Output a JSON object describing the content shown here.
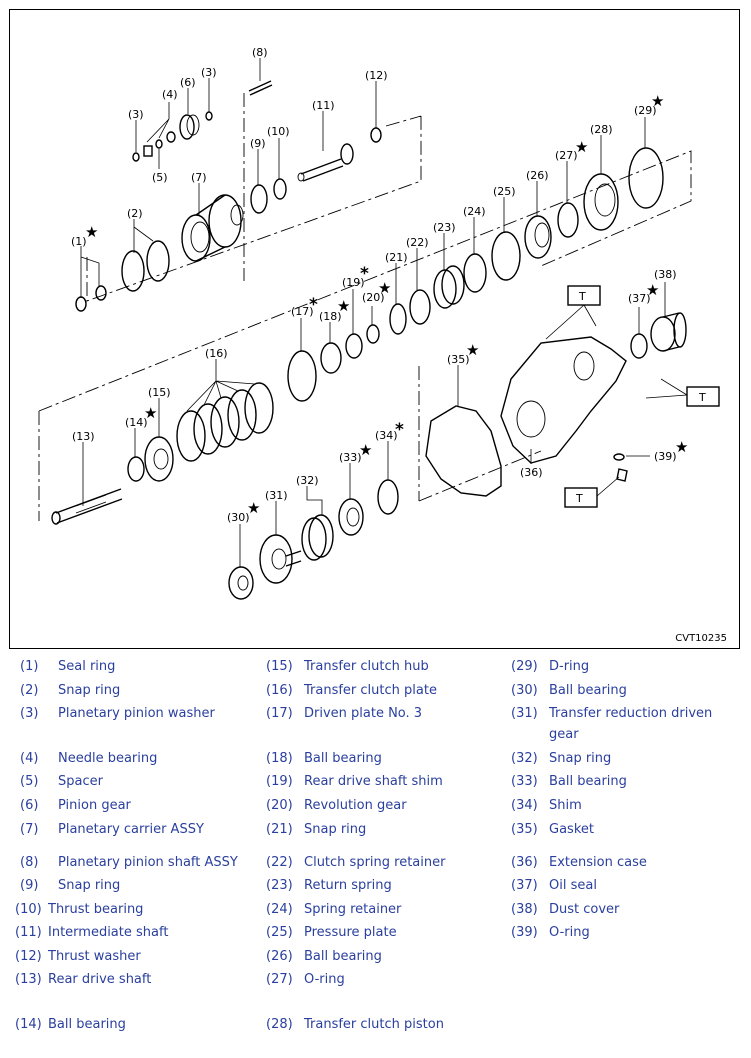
{
  "figure_code": "CVT10235",
  "marks": {
    "star": "★",
    "asterisk": "*",
    "tighten": "T"
  },
  "callouts": [
    "(1)",
    "(2)",
    "(3)",
    "(3)",
    "(4)",
    "(5)",
    "(6)",
    "(7)",
    "(8)",
    "(9)",
    "(10)",
    "(11)",
    "(12)",
    "(13)",
    "(14)",
    "(15)",
    "(16)",
    "(17)",
    "(18)",
    "(19)",
    "(20)",
    "(21)",
    "(22)",
    "(23)",
    "(24)",
    "(25)",
    "(26)",
    "(27)",
    "(28)",
    "(29)",
    "(30)",
    "(31)",
    "(32)",
    "(33)",
    "(34)",
    "(35)",
    "(36)",
    "(37)",
    "(38)",
    "(39)"
  ],
  "legend": [
    {
      "num": "(1)",
      "name": "Seal ring"
    },
    {
      "num": "(2)",
      "name": "Snap ring"
    },
    {
      "num": "(3)",
      "name": "Planetary pinion washer"
    },
    {
      "num": "(4)",
      "name": "Needle bearing"
    },
    {
      "num": "(5)",
      "name": "Spacer"
    },
    {
      "num": "(6)",
      "name": "Pinion gear"
    },
    {
      "num": "(7)",
      "name": "Planetary carrier ASSY"
    },
    {
      "num": "(8)",
      "name": "Planetary pinion shaft ASSY"
    },
    {
      "num": "(9)",
      "name": "Snap ring"
    },
    {
      "num": "(10)",
      "name": "Thrust bearing"
    },
    {
      "num": "(11)",
      "name": "Intermediate shaft"
    },
    {
      "num": "(12)",
      "name": "Thrust washer"
    },
    {
      "num": "(13)",
      "name": "Rear drive shaft"
    },
    {
      "num": "(14)",
      "name": "Ball bearing"
    },
    {
      "num": "(15)",
      "name": "Transfer clutch hub"
    },
    {
      "num": "(16)",
      "name": "Transfer clutch plate"
    },
    {
      "num": "(17)",
      "name": "Driven plate No. 3"
    },
    {
      "num": "(18)",
      "name": "Ball bearing"
    },
    {
      "num": "(19)",
      "name": "Rear drive shaft shim"
    },
    {
      "num": "(20)",
      "name": "Revolution gear"
    },
    {
      "num": "(21)",
      "name": "Snap ring"
    },
    {
      "num": "(22)",
      "name": "Clutch spring retainer"
    },
    {
      "num": "(23)",
      "name": "Return spring"
    },
    {
      "num": "(24)",
      "name": "Spring retainer"
    },
    {
      "num": "(25)",
      "name": "Pressure plate"
    },
    {
      "num": "(26)",
      "name": "Ball bearing"
    },
    {
      "num": "(27)",
      "name": "O-ring"
    },
    {
      "num": "(28)",
      "name": "Transfer clutch piston"
    },
    {
      "num": "(29)",
      "name": "D-ring"
    },
    {
      "num": "(30)",
      "name": "Ball bearing"
    },
    {
      "num": "(31)",
      "name": "Transfer reduction driven gear"
    },
    {
      "num": "(32)",
      "name": "Snap ring"
    },
    {
      "num": "(33)",
      "name": "Ball bearing"
    },
    {
      "num": "(34)",
      "name": "Shim"
    },
    {
      "num": "(35)",
      "name": "Gasket"
    },
    {
      "num": "(36)",
      "name": "Extension case"
    },
    {
      "num": "(37)",
      "name": "Oil seal"
    },
    {
      "num": "(38)",
      "name": "Dust cover"
    },
    {
      "num": "(39)",
      "name": "O-ring"
    }
  ]
}
